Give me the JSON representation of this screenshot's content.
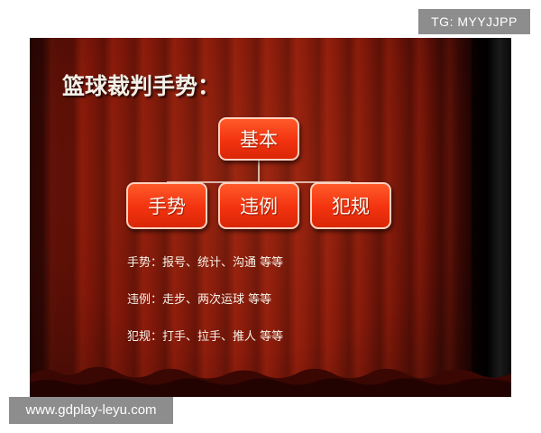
{
  "badge": {
    "text": "TG: MYYJJPP"
  },
  "slide": {
    "title": "篮球裁判手势：",
    "diagram": {
      "root": "基本",
      "children": [
        "手势",
        "违例",
        "犯规"
      ]
    },
    "notes": [
      "手势：报号、统计、沟通 等等",
      "违例：走步、两次运球 等等",
      "犯规：打手、拉手、推人 等等"
    ]
  },
  "watermark": {
    "text": "www.gdplay-leyu.com"
  },
  "colors": {
    "curtain": "#861a0b",
    "box_fill": "#f3320f",
    "box_border": "#ffd2bf",
    "text_light": "#f7f3e8",
    "badge_bg": "#8d8d8d"
  }
}
